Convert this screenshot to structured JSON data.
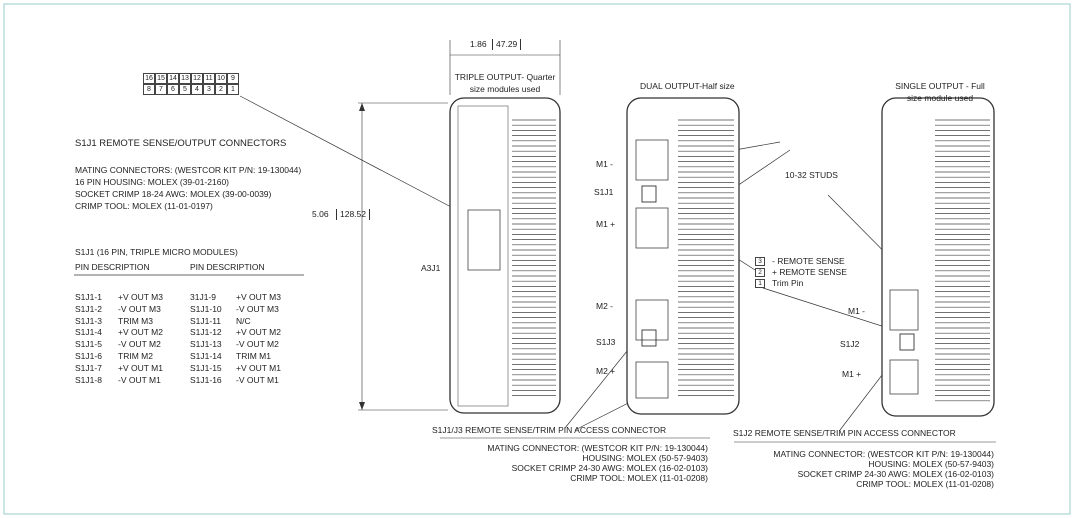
{
  "pin_numbers_top": [
    "16",
    "15",
    "14",
    "13",
    "12",
    "11",
    "10",
    "9"
  ],
  "pin_numbers_bottom": [
    "8",
    "7",
    "6",
    "5",
    "4",
    "3",
    "2",
    "1"
  ],
  "left_panel": {
    "title": "S1J1 REMOTE SENSE/OUTPUT CONNECTORS",
    "mating_lines": [
      "MATING CONNECTORS:  (WESTCOR KIT P/N: 19-130044)",
      "16 PIN HOUSING: MOLEX (39-01-2160)",
      "SOCKET CRIMP 18-24 AWG:  MOLEX (39-00-0039)",
      "CRIMP TOOL:  MOLEX (11-01-0197)"
    ],
    "pin_table_title": "S1J1 (16 PIN, TRIPLE MICRO MODULES)",
    "col_header_left": "PIN DESCRIPTION",
    "col_header_right": "PIN DESCRIPTION",
    "pins_left": [
      {
        "pin": "S1J1-1",
        "desc": "+V OUT M3"
      },
      {
        "pin": "S1J1-2",
        "desc": "-V OUT M3"
      },
      {
        "pin": "S1J1-3",
        "desc": "TRIM M3"
      },
      {
        "pin": "S1J1-4",
        "desc": "+V OUT M2"
      },
      {
        "pin": "S1J1-5",
        "desc": "-V OUT M2"
      },
      {
        "pin": "S1J1-6",
        "desc": "TRIM M2"
      },
      {
        "pin": "S1J1-7",
        "desc": "+V OUT M1"
      },
      {
        "pin": "S1J1-8",
        "desc": "-V OUT M1"
      }
    ],
    "pins_right": [
      {
        "pin": "31J1-9",
        "desc": "+V OUT M3"
      },
      {
        "pin": "S1J1-10",
        "desc": "-V OUT M3"
      },
      {
        "pin": "S1J1-11",
        "desc": "N/C"
      },
      {
        "pin": "S1J1-12",
        "desc": "+V OUT M2"
      },
      {
        "pin": "S1J1-13",
        "desc": "-V OUT M2"
      },
      {
        "pin": "S1J1-14",
        "desc": "TRIM M1"
      },
      {
        "pin": "S1J1-15",
        "desc": "+V OUT M1"
      },
      {
        "pin": "S1J1-16",
        "desc": "-V OUT M1"
      }
    ]
  },
  "triple": {
    "width_dim_in": "1.86",
    "width_dim_mm": "47.29",
    "height_dim_in": "5.06",
    "height_dim_mm": "128.52",
    "title_line1": "TRIPLE OUTPUT- Quarter",
    "title_line2": "size modules used",
    "connector_label": "A3J1"
  },
  "dual": {
    "title": "DUAL OUTPUT-Half size",
    "m1_minus": "M1  -",
    "s1j1": "S1J1",
    "m1_plus": "M1 +",
    "m2_minus": "M2  -",
    "s1j3": "S1J3",
    "m2_plus": "M2 +",
    "studs": "10-32 STUDS",
    "sense_pins": [
      {
        "num": "3",
        "label": "- REMOTE SENSE"
      },
      {
        "num": "2",
        "label": "+ REMOTE SENSE"
      },
      {
        "num": "1",
        "label": "Trim Pin"
      }
    ],
    "access_title": "S1J1/J3 REMOTE SENSE/TRIM PIN ACCESS CONNECTOR",
    "mating_lines": [
      "MATING CONNECTOR:  (WESTCOR KIT P/N: 19-130044)",
      "HOUSING:  MOLEX (50-57-9403)",
      "SOCKET CRIMP 24-30 AWG:  MOLEX (16-02-0103)",
      "CRIMP TOOL:  MOLEX (11-01-0208)"
    ]
  },
  "single": {
    "title_line1": "SINGLE OUTPUT - Full",
    "title_line2": "size module used",
    "m1_minus": "M1  -",
    "s1j2": "S1J2",
    "m1_plus": "M1  +",
    "access_title": "S1J2 REMOTE SENSE/TRIM PIN ACCESS CONNECTOR",
    "mating_lines": [
      "MATING CONNECTOR:  (WESTCOR KIT P/N: 19-130044)",
      "HOUSING:  MOLEX (50-57-9403)",
      "SOCKET CRIMP 24-30 AWG:  MOLEX (16-02-0103)",
      "CRIMP TOOL:  MOLEX (11-01-0208)"
    ]
  }
}
